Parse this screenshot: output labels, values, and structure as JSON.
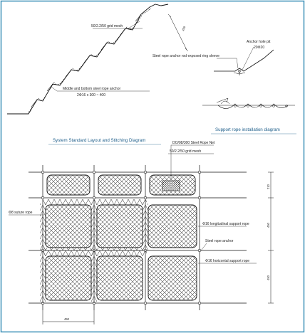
{
  "frame": {
    "border_color": "#3a8fb7",
    "title_color": "#1f5f8b"
  },
  "slope_section": {
    "dimension": "450",
    "mesh_label": "50/2.2/50 grid mesh",
    "anchor_label_line1": "Middle and bottom steel rope anchor",
    "anchor_label_line2": "2Φ16 x 300 ~ 400"
  },
  "anchor_detail": {
    "hole_label_line1": "Anchor hole pit",
    "hole_label_line2": "20Φ20",
    "sleeve_label": "Steel rope anchor rod exposed ring sleeve"
  },
  "support_rope": {
    "title": "Support rope installation diagram"
  },
  "layout": {
    "title": "System Standard Layout and Stitching Diagram",
    "net_label": "DO/08/300 Steel Rope Net",
    "mesh_label": "50/2.2/50 grid mesh",
    "suture_label": "Φ8 suture rope",
    "longitudinal_label": "Φ16 longitudinal support rope",
    "anchor_label": "Steel rope anchor",
    "horizontal_label": "Φ16 horizontal support rope",
    "dim_top": "210",
    "dim_mid": "450",
    "dim_bottom": "450",
    "dim_width": "450"
  }
}
